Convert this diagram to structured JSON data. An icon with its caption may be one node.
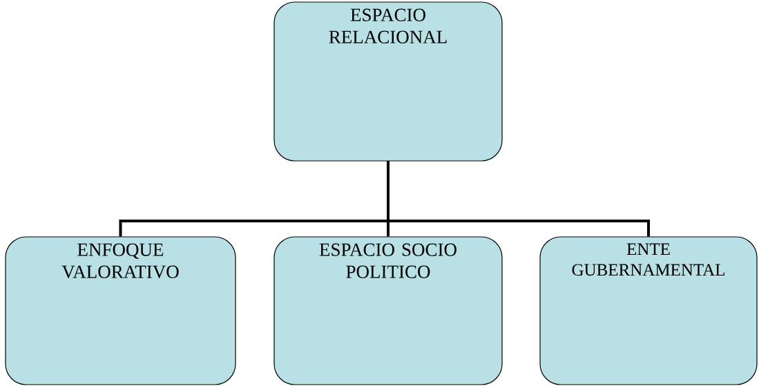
{
  "diagram": {
    "nodes": [
      {
        "text": [
          "ESPACIO RELACIONAL"
        ]
      },
      {
        "text": [
          "ENFOQUE VALORATIVO"
        ]
      },
      {
        "text": [
          "ESPACIO SOCIO POLITICO"
        ]
      },
      {
        "text": [
          "ENTE GUBERNAMENTAL"
        ]
      }
    ],
    "edges": [
      {
        "from": 0,
        "to": 1,
        "arrow": "none"
      },
      {
        "from": 0,
        "to": 2,
        "arrow": "none"
      },
      {
        "from": 0,
        "to": 3,
        "arrow": "none"
      }
    ]
  }
}
